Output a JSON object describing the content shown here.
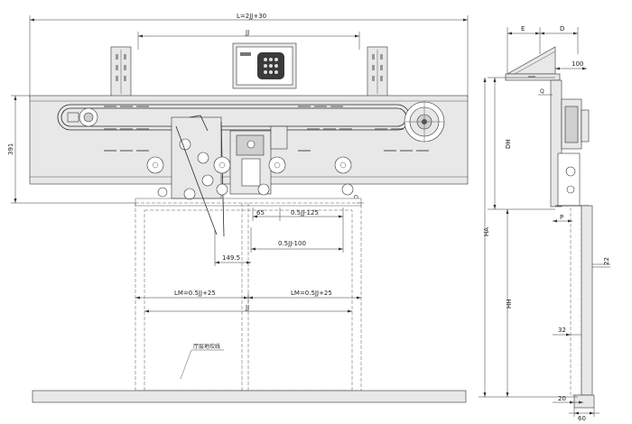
{
  "dimensions": {
    "overall_width": "L=2JJ+30",
    "opening_top": "JJ",
    "height_391": "391",
    "d65": "65",
    "half_minus_125": "0.5JJ-125",
    "half_minus_100": "0.5JJ-100",
    "d149_5": "149.5",
    "lm_left": "LM=0.5JJ+25",
    "lm_right": "LM=0.5JJ+25",
    "opening_bottom": "JJ",
    "E": "E",
    "D": "D",
    "d100": "100",
    "Q": "Q",
    "DH": "DH",
    "HA": "HA",
    "P": "P",
    "d22": "22",
    "HH": "HH",
    "d32": "32",
    "d20": "20",
    "d60": "60",
    "small_c": "C"
  },
  "annotations": {
    "floor_note": "厅层地坎线"
  }
}
